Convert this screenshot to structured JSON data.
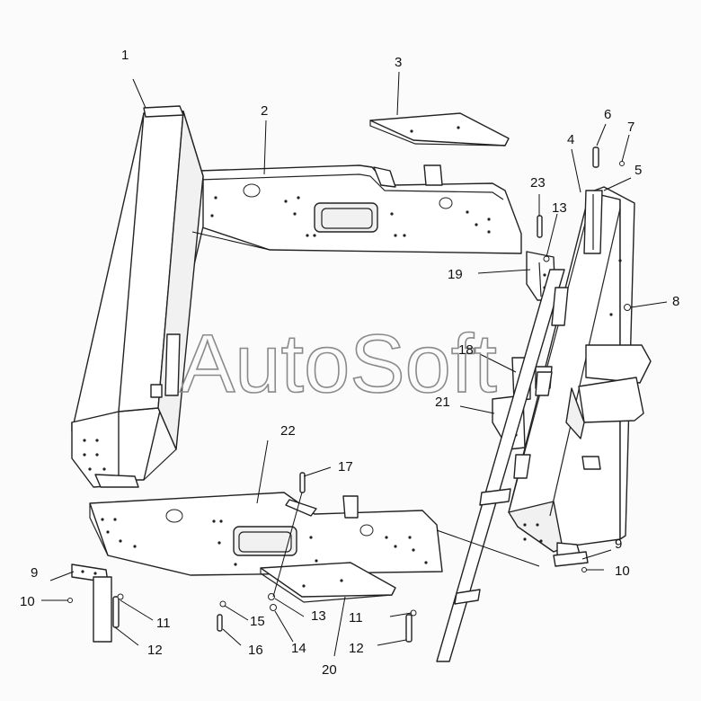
{
  "watermark": "AutoSoft",
  "callouts": [
    {
      "id": "c1",
      "label": "1"
    },
    {
      "id": "c2",
      "label": "2"
    },
    {
      "id": "c3",
      "label": "3"
    },
    {
      "id": "c4",
      "label": "4"
    },
    {
      "id": "c5",
      "label": "5"
    },
    {
      "id": "c6",
      "label": "6"
    },
    {
      "id": "c7",
      "label": "7"
    },
    {
      "id": "c8",
      "label": "8"
    },
    {
      "id": "c9a",
      "label": "9"
    },
    {
      "id": "c9b",
      "label": "9"
    },
    {
      "id": "c10a",
      "label": "10"
    },
    {
      "id": "c10b",
      "label": "10"
    },
    {
      "id": "c11a",
      "label": "11"
    },
    {
      "id": "c11b",
      "label": "11"
    },
    {
      "id": "c12a",
      "label": "12"
    },
    {
      "id": "c12b",
      "label": "12"
    },
    {
      "id": "c13a",
      "label": "13"
    },
    {
      "id": "c13b",
      "label": "13"
    },
    {
      "id": "c14",
      "label": "14"
    },
    {
      "id": "c15",
      "label": "15"
    },
    {
      "id": "c16",
      "label": "16"
    },
    {
      "id": "c17",
      "label": "17"
    },
    {
      "id": "c18",
      "label": "18"
    },
    {
      "id": "c19",
      "label": "19"
    },
    {
      "id": "c20",
      "label": "20"
    },
    {
      "id": "c21",
      "label": "21"
    },
    {
      "id": "c22",
      "label": "22"
    },
    {
      "id": "c23",
      "label": "23"
    }
  ]
}
